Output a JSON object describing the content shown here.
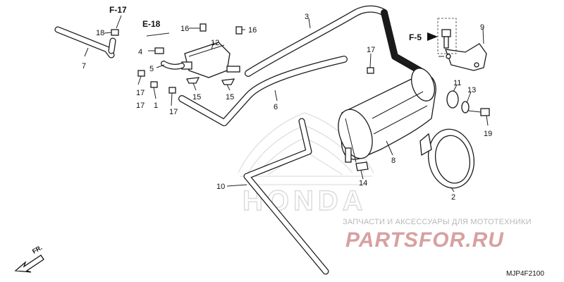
{
  "reference_labels": {
    "f17": "F-17",
    "e18": "E-18",
    "f5": "F-5"
  },
  "callouts": {
    "c1": "1",
    "c2": "2",
    "c3": "3",
    "c4": "4",
    "c5": "5",
    "c6": "6",
    "c7": "7",
    "c8": "8",
    "c9": "9",
    "c10": "10",
    "c11": "11",
    "c12": "12",
    "c13": "13",
    "c14": "14",
    "c15a": "15",
    "c15b": "15",
    "c16a": "16",
    "c16b": "16",
    "c17a": "17",
    "c17b": "17",
    "c17c": "17",
    "c17d": "17",
    "c18": "18",
    "c19": "19"
  },
  "front_indicator": "FR.",
  "diagram_code": "MJP4F2100",
  "watermark": {
    "subtitle": "ЗАПЧАСТИ И АКСЕССУАРЫ ДЛЯ МОТОТЕХНИКИ",
    "brand": "PARTSFOR.RU",
    "logo_text": "HONDA"
  },
  "colors": {
    "ink": "#1a1a1a",
    "watermark_gray": "#b9b9b9",
    "watermark_red": "#d8a0a0",
    "logo_gray": "#d6d6d6"
  }
}
